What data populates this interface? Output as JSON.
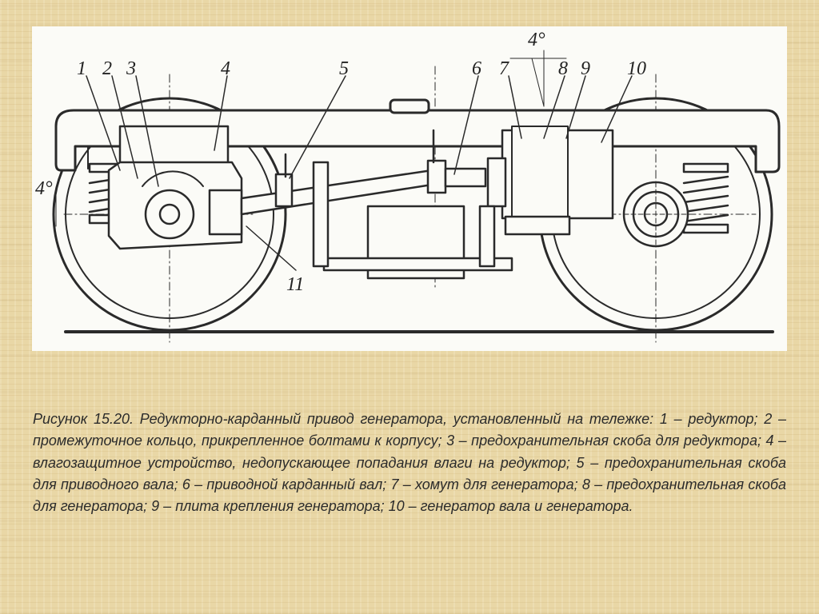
{
  "figure": {
    "labels": [
      "1",
      "2",
      "3",
      "4",
      "5",
      "6",
      "7",
      "8",
      "9",
      "10",
      "11"
    ],
    "angle_top": "4°",
    "angle_left": "4°"
  },
  "caption": "Рисунок 15.20. Редукторно-карданный привод генератора, установленный на тележке: 1 – редуктор; 2 – промежуточное кольцо, прикрепленное болтами к корпусу; 3 – предохранительная скоба для редуктора; 4 – влагозащитное устройство, недопускающее попадания влаги на редуктор; 5 – предохранительная скоба для приводного вала; 6 – приводной карданный вал; 7 – хомут для генератора; 8 – предохранительная скоба для генератора; 9 – плита крепления генератора; 10 – генератор вала и генератора."
}
